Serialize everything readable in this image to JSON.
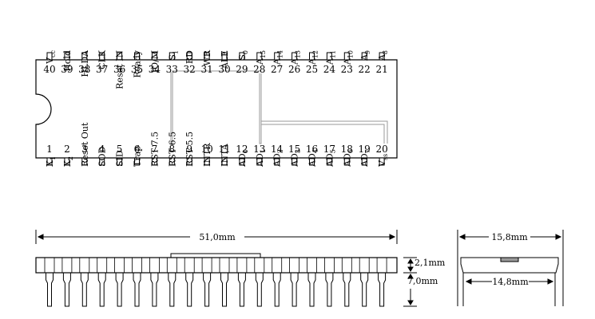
{
  "top_pins": [
    {
      "num": "40",
      "label": "V",
      "sub": "cc"
    },
    {
      "num": "39",
      "label": "Hold",
      "sub": ""
    },
    {
      "num": "38",
      "label": "HLDA",
      "sub": ""
    },
    {
      "num": "37",
      "label": "CLK",
      "sub": ""
    },
    {
      "num": "36",
      "label": "Reset IN",
      "sub": ""
    },
    {
      "num": "35",
      "label": "Ready",
      "sub": ""
    },
    {
      "num": "34",
      "label": "IO/M",
      "sub": ""
    },
    {
      "num": "33",
      "label": "S",
      "sub": "1"
    },
    {
      "num": "32",
      "label": "RD",
      "sub": ""
    },
    {
      "num": "31",
      "label": "WR",
      "sub": ""
    },
    {
      "num": "30",
      "label": "ALE",
      "sub": ""
    },
    {
      "num": "29",
      "label": "S",
      "sub": "0"
    },
    {
      "num": "28",
      "label": "A",
      "sub": "15"
    },
    {
      "num": "27",
      "label": "A",
      "sub": "14"
    },
    {
      "num": "26",
      "label": "A",
      "sub": "13"
    },
    {
      "num": "25",
      "label": "A",
      "sub": "12"
    },
    {
      "num": "24",
      "label": "A",
      "sub": "11"
    },
    {
      "num": "23",
      "label": "A",
      "sub": "10"
    },
    {
      "num": "22",
      "label": "A",
      "sub": "9"
    },
    {
      "num": "21",
      "label": "A",
      "sub": "8"
    }
  ],
  "bottom_pins": [
    {
      "num": "1",
      "label": "X",
      "sub": "1"
    },
    {
      "num": "2",
      "label": "X",
      "sub": "2"
    },
    {
      "num": "3",
      "label": "Reset Out",
      "sub": ""
    },
    {
      "num": "4",
      "label": "SOD",
      "sub": ""
    },
    {
      "num": "5",
      "label": "SID",
      "sub": ""
    },
    {
      "num": "6",
      "label": "Trap",
      "sub": ""
    },
    {
      "num": "7",
      "label": "RST 7.5",
      "sub": ""
    },
    {
      "num": "8",
      "label": "RST 6.5",
      "sub": ""
    },
    {
      "num": "9",
      "label": "RST 5.5",
      "sub": ""
    },
    {
      "num": "10",
      "label": "INTR",
      "sub": ""
    },
    {
      "num": "11",
      "label": "INTA",
      "sub": ""
    },
    {
      "num": "12",
      "label": "AD",
      "sub": "0"
    },
    {
      "num": "13",
      "label": "AD",
      "sub": "1"
    },
    {
      "num": "14",
      "label": "AD",
      "sub": "2"
    },
    {
      "num": "15",
      "label": "AD",
      "sub": "3"
    },
    {
      "num": "16",
      "label": "AD",
      "sub": "4"
    },
    {
      "num": "17",
      "label": "AD",
      "sub": "5"
    },
    {
      "num": "18",
      "label": "AD",
      "sub": "6"
    },
    {
      "num": "19",
      "label": "AD",
      "sub": "7"
    },
    {
      "num": "20",
      "label": "V",
      "sub": "ss"
    }
  ],
  "dimensions": {
    "length": "51,0mm",
    "width_outer": "15,8mm",
    "width_inner": "14,8mm",
    "body_height": "2,1mm",
    "lead_length": "7,0mm"
  },
  "colors": {
    "outline": "#000000",
    "trace": "#9a9a9a"
  }
}
